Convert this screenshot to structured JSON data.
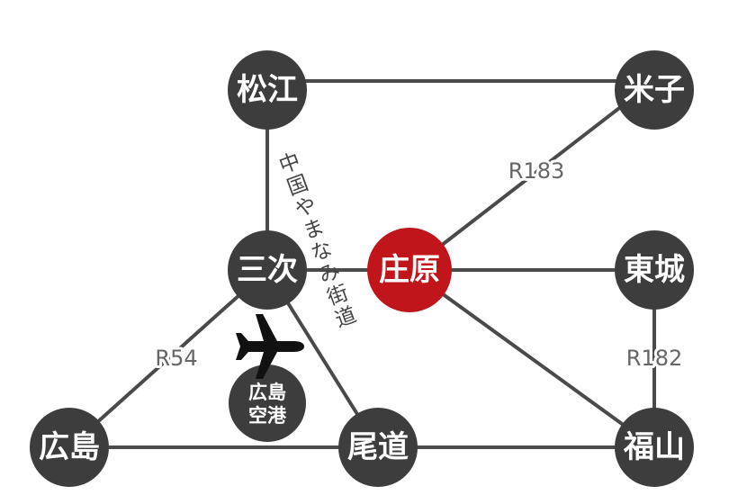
{
  "colors": {
    "node_default": "#3d3d3d",
    "node_highlight": "#c0161b",
    "edge": "#4a4a4a",
    "route_label": "#666666",
    "label_text": "#ffffff",
    "plane": "#111111"
  },
  "nodes": {
    "matsue": "松江",
    "yonago": "米子",
    "miyoshi": "三次",
    "shobara": "庄原",
    "tojo": "東城",
    "hiroshima": "広島",
    "onomichi": "尾道",
    "fukuyama": "福山",
    "airport_line1": "広島",
    "airport_line2": "空港"
  },
  "highlight_node": "shobara",
  "routes": {
    "r183": "R183",
    "r182": "R182",
    "r54": "R54",
    "expressway": "中国やまなみ街道"
  },
  "icons": {
    "airport": "airplane-icon"
  }
}
